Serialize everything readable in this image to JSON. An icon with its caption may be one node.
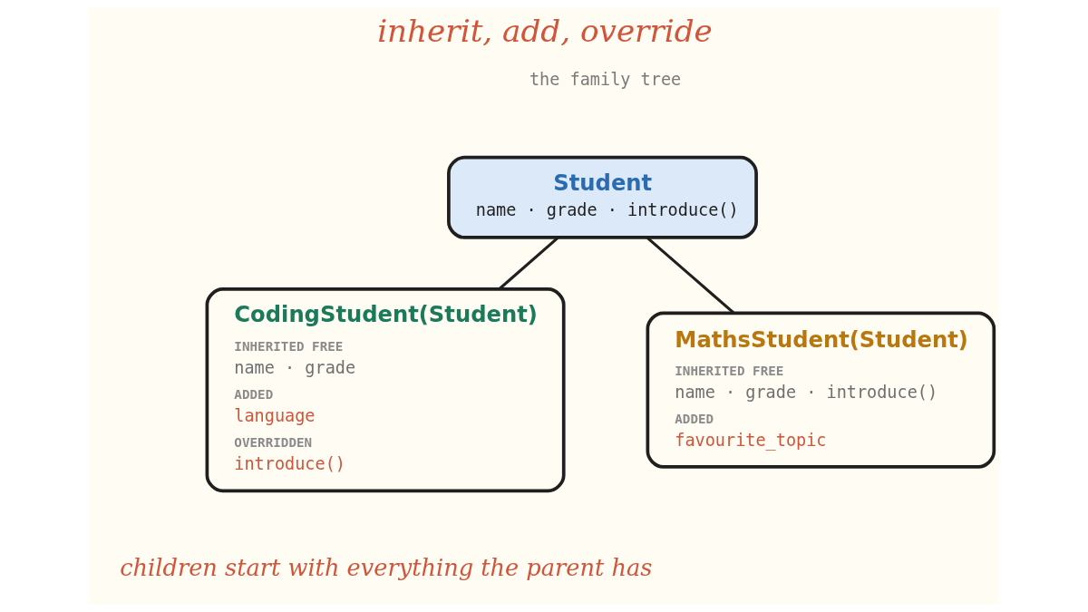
{
  "diagram": {
    "title": "inherit, add, override",
    "nodes": [
      {
        "text": [
          "Student",
          "name · grade · introduce()"
        ]
      },
      {
        "text": [
          "CodingStudent(Student)",
          "INHERITED FREE",
          "name · grade",
          "ADDED",
          "language",
          "OVERRIDDEN",
          "introduce()"
        ]
      },
      {
        "text": [
          "MathsStudent(Student)",
          "INHERITED FREE",
          "name · grade · introduce()",
          "ADDED",
          "favourite_topic"
        ]
      }
    ],
    "edges": [
      {
        "from": 0,
        "to": 1,
        "arrow": "none"
      },
      {
        "from": 0,
        "to": 2,
        "arrow": "none"
      }
    ],
    "labels": [
      "the family tree",
      "children start with everything the parent has"
    ]
  }
}
